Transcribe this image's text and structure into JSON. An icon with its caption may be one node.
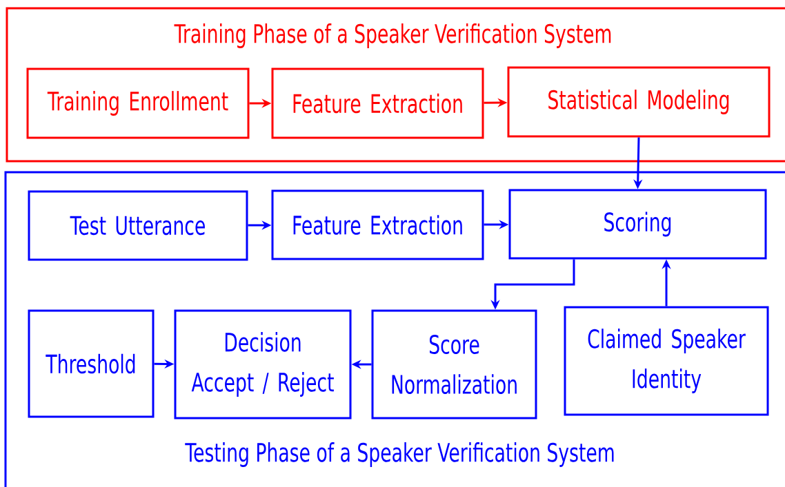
{
  "diagram": {
    "nodes": [
      {
        "text": [
          "Training Phase of a Speaker Verification System"
        ]
      },
      {
        "text": [
          "Training Enrollment"
        ],
        "in": 0
      },
      {
        "text": [
          "Feature Extraction"
        ],
        "in": 0
      },
      {
        "text": [
          "Statistical Modeling"
        ],
        "in": 0
      },
      {
        "text": [
          "Testing Phase of a Speaker Verification System"
        ]
      },
      {
        "text": [
          "Test Utterance"
        ],
        "in": 4
      },
      {
        "text": [
          "Feature Extraction"
        ],
        "in": 4
      },
      {
        "text": [
          "Scoring"
        ],
        "in": 4
      },
      {
        "text": [
          "Threshold"
        ],
        "in": 4
      },
      {
        "text": [
          "Decision",
          "Accept / Reject"
        ],
        "in": 4
      },
      {
        "text": [
          "Score Normalization"
        ],
        "in": 4
      },
      {
        "text": [
          "Claimed Speaker Identity"
        ],
        "in": 4
      }
    ],
    "edges": [
      {
        "from": 1,
        "to": 2,
        "arrow": "to",
        "color": "#ff0000"
      },
      {
        "from": 2,
        "to": 3,
        "arrow": "to",
        "color": "#ff0000"
      },
      {
        "from": 3,
        "to": 7,
        "arrow": "to"
      },
      {
        "from": 5,
        "to": 6,
        "arrow": "to"
      },
      {
        "from": 6,
        "to": 7,
        "arrow": "to"
      },
      {
        "from": 7,
        "to": 10,
        "arrow": "to"
      },
      {
        "from": 11,
        "to": 7,
        "arrow": "to"
      },
      {
        "from": 8,
        "to": 9,
        "arrow": "to"
      },
      {
        "from": 10,
        "to": 9,
        "arrow": "to"
      }
    ]
  }
}
